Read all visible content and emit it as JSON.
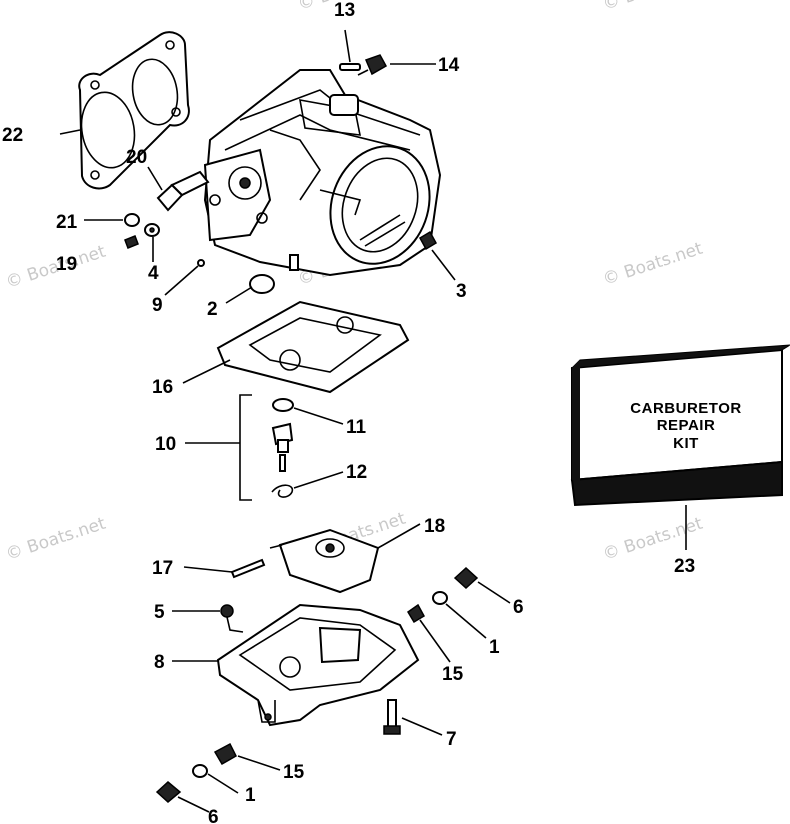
{
  "callouts": {
    "c1a": "1",
    "c1b": "1",
    "c2": "2",
    "c3": "3",
    "c4": "4",
    "c5": "5",
    "c6a": "6",
    "c6b": "6",
    "c7": "7",
    "c8": "8",
    "c9": "9",
    "c10": "10",
    "c11": "11",
    "c12": "12",
    "c13": "13",
    "c14": "14",
    "c15a": "15",
    "c15b": "15",
    "c16": "16",
    "c17": "17",
    "c18": "18",
    "c19": "19",
    "c20": "20",
    "c21": "21",
    "c22": "22",
    "c23": "23"
  },
  "kit": {
    "line1": "CARBURETOR",
    "line2": "REPAIR",
    "line3": "KIT"
  },
  "watermark": "© Boats.net"
}
